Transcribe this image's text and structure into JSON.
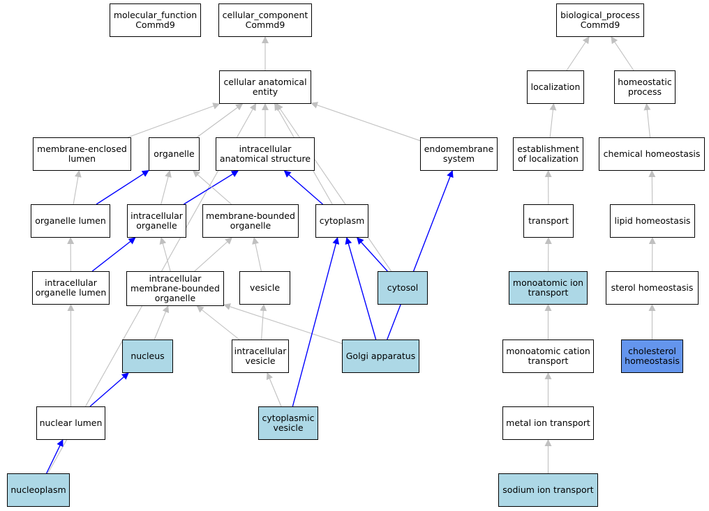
{
  "colors": {
    "default_fill": "#ffffff",
    "highlight_fill": "#add8e6",
    "focus_fill": "#6495ed",
    "edge_gray": "#c0c0c0",
    "edge_blue": "#0000ff"
  },
  "nodes": {
    "molecular_function": {
      "label": "molecular_function\nCommd9",
      "fill": "default"
    },
    "cellular_component": {
      "label": "cellular_component\nCommd9",
      "fill": "default"
    },
    "biological_process": {
      "label": "biological_process\nCommd9",
      "fill": "default"
    },
    "cellular_anatomical_entity": {
      "label": "cellular anatomical\nentity",
      "fill": "default"
    },
    "localization": {
      "label": "localization",
      "fill": "default"
    },
    "homeostatic_process": {
      "label": "homeostatic\nprocess",
      "fill": "default"
    },
    "membrane_enclosed_lumen": {
      "label": "membrane-enclosed\nlumen",
      "fill": "default"
    },
    "organelle": {
      "label": "organelle",
      "fill": "default"
    },
    "intracellular_anatomical_structure": {
      "label": "intracellular\nanatomical structure",
      "fill": "default"
    },
    "endomembrane_system": {
      "label": "endomembrane\nsystem",
      "fill": "default"
    },
    "establishment_of_localization": {
      "label": "establishment\nof localization",
      "fill": "default"
    },
    "chemical_homeostasis": {
      "label": "chemical homeostasis",
      "fill": "default"
    },
    "organelle_lumen": {
      "label": "organelle lumen",
      "fill": "default"
    },
    "intracellular_organelle": {
      "label": "intracellular\norganelle",
      "fill": "default"
    },
    "membrane_bounded_organelle": {
      "label": "membrane-bounded\norganelle",
      "fill": "default"
    },
    "cytoplasm": {
      "label": "cytoplasm",
      "fill": "default"
    },
    "transport": {
      "label": "transport",
      "fill": "default"
    },
    "lipid_homeostasis": {
      "label": "lipid homeostasis",
      "fill": "default"
    },
    "intracellular_organelle_lumen": {
      "label": "intracellular\norganelle lumen",
      "fill": "default"
    },
    "intracellular_membrane_bounded_organelle": {
      "label": "intracellular\nmembrane-bounded\norganelle",
      "fill": "default"
    },
    "vesicle": {
      "label": "vesicle",
      "fill": "default"
    },
    "cytosol": {
      "label": "cytosol",
      "fill": "highlight"
    },
    "monoatomic_ion_transport": {
      "label": "monoatomic ion\ntransport",
      "fill": "highlight"
    },
    "sterol_homeostasis": {
      "label": "sterol homeostasis",
      "fill": "default"
    },
    "nucleus": {
      "label": "nucleus",
      "fill": "highlight"
    },
    "intracellular_vesicle": {
      "label": "intracellular\nvesicle",
      "fill": "default"
    },
    "golgi_apparatus": {
      "label": "Golgi apparatus",
      "fill": "highlight"
    },
    "monoatomic_cation_transport": {
      "label": "monoatomic cation\ntransport",
      "fill": "default"
    },
    "cholesterol_homeostasis": {
      "label": "cholesterol\nhomeostasis",
      "fill": "focus"
    },
    "nuclear_lumen": {
      "label": "nuclear lumen",
      "fill": "default"
    },
    "cytoplasmic_vesicle": {
      "label": "cytoplasmic\nvesicle",
      "fill": "highlight"
    },
    "metal_ion_transport": {
      "label": "metal ion transport",
      "fill": "default"
    },
    "nucleoplasm": {
      "label": "nucleoplasm",
      "fill": "highlight"
    },
    "sodium_ion_transport": {
      "label": "sodium ion transport",
      "fill": "highlight"
    }
  },
  "edges": [
    {
      "from": "cellular_anatomical_entity",
      "to": "cellular_component",
      "color": "gray"
    },
    {
      "from": "localization",
      "to": "biological_process",
      "color": "gray"
    },
    {
      "from": "homeostatic_process",
      "to": "biological_process",
      "color": "gray"
    },
    {
      "from": "membrane_enclosed_lumen",
      "to": "cellular_anatomical_entity",
      "color": "gray"
    },
    {
      "from": "organelle",
      "to": "cellular_anatomical_entity",
      "color": "gray"
    },
    {
      "from": "intracellular_anatomical_structure",
      "to": "cellular_anatomical_entity",
      "color": "gray"
    },
    {
      "from": "endomembrane_system",
      "to": "cellular_anatomical_entity",
      "color": "gray"
    },
    {
      "from": "cytoplasm",
      "to": "cellular_anatomical_entity",
      "color": "gray"
    },
    {
      "from": "cytosol",
      "to": "cellular_anatomical_entity",
      "color": "gray"
    },
    {
      "from": "nucleoplasm",
      "to": "cellular_anatomical_entity",
      "color": "gray"
    },
    {
      "from": "establishment_of_localization",
      "to": "localization",
      "color": "gray"
    },
    {
      "from": "chemical_homeostasis",
      "to": "homeostatic_process",
      "color": "gray"
    },
    {
      "from": "organelle_lumen",
      "to": "membrane_enclosed_lumen",
      "color": "gray"
    },
    {
      "from": "organelle_lumen",
      "to": "organelle",
      "color": "blue"
    },
    {
      "from": "intracellular_organelle",
      "to": "organelle",
      "color": "gray"
    },
    {
      "from": "intracellular_organelle",
      "to": "intracellular_anatomical_structure",
      "color": "blue"
    },
    {
      "from": "membrane_bounded_organelle",
      "to": "organelle",
      "color": "gray"
    },
    {
      "from": "cytoplasm",
      "to": "intracellular_anatomical_structure",
      "color": "blue"
    },
    {
      "from": "transport",
      "to": "establishment_of_localization",
      "color": "gray"
    },
    {
      "from": "lipid_homeostasis",
      "to": "chemical_homeostasis",
      "color": "gray"
    },
    {
      "from": "intracellular_organelle_lumen",
      "to": "organelle_lumen",
      "color": "gray"
    },
    {
      "from": "intracellular_organelle_lumen",
      "to": "intracellular_organelle",
      "color": "blue"
    },
    {
      "from": "intracellular_membrane_bounded_organelle",
      "to": "intracellular_organelle",
      "color": "gray"
    },
    {
      "from": "intracellular_membrane_bounded_organelle",
      "to": "membrane_bounded_organelle",
      "color": "gray"
    },
    {
      "from": "vesicle",
      "to": "membrane_bounded_organelle",
      "color": "gray"
    },
    {
      "from": "cytosol",
      "to": "cytoplasm",
      "color": "blue"
    },
    {
      "from": "monoatomic_ion_transport",
      "to": "transport",
      "color": "gray"
    },
    {
      "from": "sterol_homeostasis",
      "to": "lipid_homeostasis",
      "color": "gray"
    },
    {
      "from": "nucleus",
      "to": "intracellular_membrane_bounded_organelle",
      "color": "gray"
    },
    {
      "from": "intracellular_vesicle",
      "to": "intracellular_membrane_bounded_organelle",
      "color": "gray"
    },
    {
      "from": "intracellular_vesicle",
      "to": "vesicle",
      "color": "gray"
    },
    {
      "from": "golgi_apparatus",
      "to": "intracellular_membrane_bounded_organelle",
      "color": "gray"
    },
    {
      "from": "golgi_apparatus",
      "to": "cytoplasm",
      "color": "blue"
    },
    {
      "from": "golgi_apparatus",
      "to": "endomembrane_system",
      "color": "blue"
    },
    {
      "from": "monoatomic_cation_transport",
      "to": "monoatomic_ion_transport",
      "color": "gray"
    },
    {
      "from": "cholesterol_homeostasis",
      "to": "sterol_homeostasis",
      "color": "gray"
    },
    {
      "from": "nuclear_lumen",
      "to": "intracellular_organelle_lumen",
      "color": "gray"
    },
    {
      "from": "nuclear_lumen",
      "to": "nucleus",
      "color": "blue"
    },
    {
      "from": "cytoplasmic_vesicle",
      "to": "intracellular_vesicle",
      "color": "gray"
    },
    {
      "from": "cytoplasmic_vesicle",
      "to": "cytoplasm",
      "color": "blue"
    },
    {
      "from": "metal_ion_transport",
      "to": "monoatomic_cation_transport",
      "color": "gray"
    },
    {
      "from": "nucleoplasm",
      "to": "nuclear_lumen",
      "color": "blue"
    },
    {
      "from": "sodium_ion_transport",
      "to": "metal_ion_transport",
      "color": "gray"
    }
  ]
}
